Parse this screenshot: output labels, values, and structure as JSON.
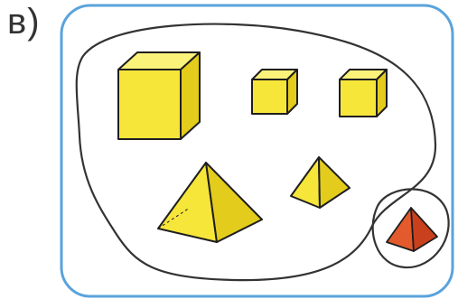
{
  "label": "в)",
  "colors": {
    "frame": "#5aa3dc",
    "yellow_front": "#f7e63a",
    "yellow_top": "#fbf27a",
    "yellow_side": "#e3cc1c",
    "red_front": "#e35a2c",
    "red_side": "#c9401d",
    "outline": "#1e1e1e"
  },
  "shapes": [
    {
      "kind": "cube",
      "size": "large",
      "color": "yellow"
    },
    {
      "kind": "cube",
      "size": "small",
      "color": "yellow"
    },
    {
      "kind": "cube",
      "size": "small",
      "color": "yellow"
    },
    {
      "kind": "pyramid",
      "size": "large",
      "color": "yellow"
    },
    {
      "kind": "pyramid",
      "size": "medium",
      "color": "yellow"
    },
    {
      "kind": "pyramid",
      "size": "small",
      "color": "red"
    }
  ],
  "groups": [
    {
      "name": "yellow-figures",
      "count": 5
    },
    {
      "name": "red-figures",
      "count": 1
    }
  ]
}
